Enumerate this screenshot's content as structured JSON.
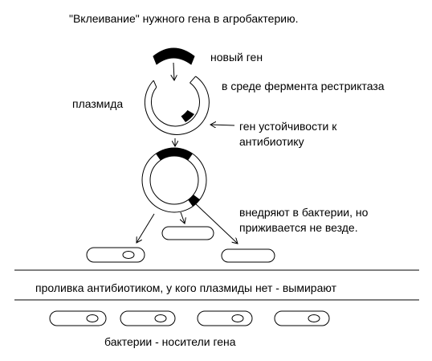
{
  "title": "\"Вклеивание\" нужного гена в агробактерию.",
  "labels": {
    "new_gene": "новый ген",
    "enzyme_medium": "в среде фермента рестриктаза",
    "plasmid": "плазмида",
    "resistance_gene_line1": "ген устойчивости к",
    "resistance_gene_line2": "антибиотику",
    "introduced_line1": "внедряют в бактерии, но",
    "introduced_line2": "приживается не везде.",
    "antibiotic_rinse": "проливка антибиотиком, у кого плазмиды нет - вымирают",
    "gene_carriers": "бактерии - носители гена"
  },
  "colors": {
    "ink": "#000000",
    "background": "#ffffff"
  }
}
